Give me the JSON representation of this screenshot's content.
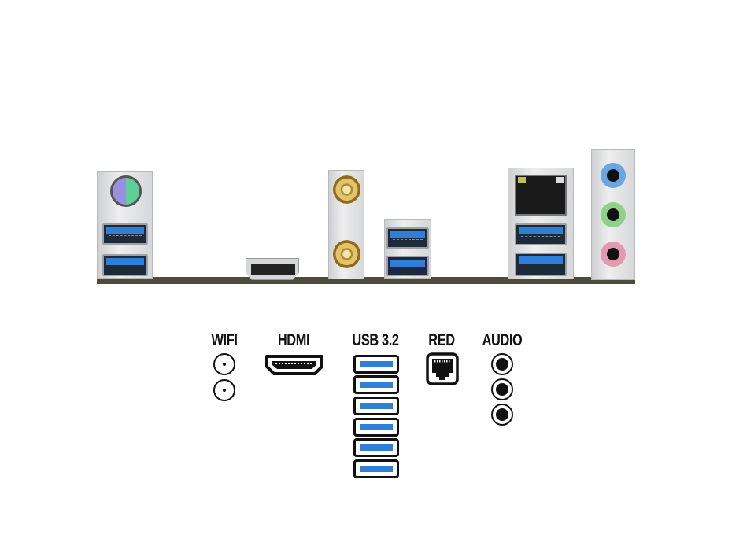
{
  "legend": {
    "wifi": {
      "label": "WIFI",
      "count": 2
    },
    "hdmi": {
      "label": "HDMI",
      "count": 1
    },
    "usb": {
      "label": "USB 3.2",
      "count": 6
    },
    "lan": {
      "label": "RED",
      "count": 1
    },
    "audio": {
      "label": "AUDIO",
      "count": 3
    }
  },
  "colors": {
    "usb_blue": "#2f7fd8",
    "audio_blue": "#6aa6e0",
    "audio_green": "#8fd08a",
    "audio_pink": "#e39ab0",
    "ps2_purple": "#9a8fe0",
    "ps2_green": "#5fcf9a"
  }
}
